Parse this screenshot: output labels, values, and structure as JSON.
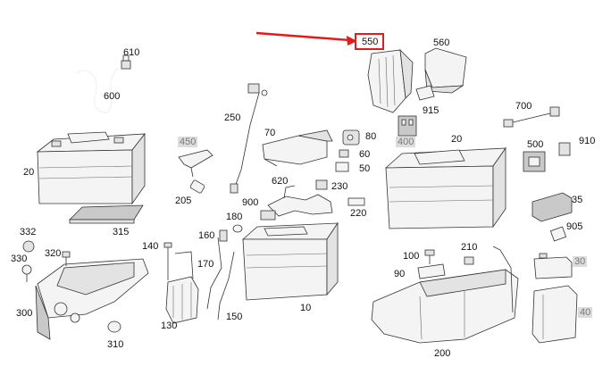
{
  "callouts": {
    "c550": "550",
    "c560": "560",
    "c610": "610",
    "c600": "600",
    "c250": "250",
    "c915": "915",
    "c700": "700",
    "c70": "70",
    "c80": "80",
    "c400": "400",
    "c20_right": "20",
    "c500": "500",
    "c910": "910",
    "c450": "450",
    "c60": "60",
    "c50": "50",
    "c620": "620",
    "c230": "230",
    "c20_left": "20",
    "c35": "35",
    "c205": "205",
    "c900": "900",
    "c220": "220",
    "c905": "905",
    "c180": "180",
    "c332": "332",
    "c315": "315",
    "c160": "160",
    "c210": "210",
    "c140": "140",
    "c320": "320",
    "c100": "100",
    "c30": "30",
    "c330": "330",
    "c170": "170",
    "c90": "90",
    "c10": "10",
    "c40": "40",
    "c300": "300",
    "c150": "150",
    "c130": "130",
    "c310": "310",
    "c200": "200"
  },
  "colors": {
    "highlight": "#e21b1b",
    "grey_label_bg": "#dcdcdc"
  }
}
